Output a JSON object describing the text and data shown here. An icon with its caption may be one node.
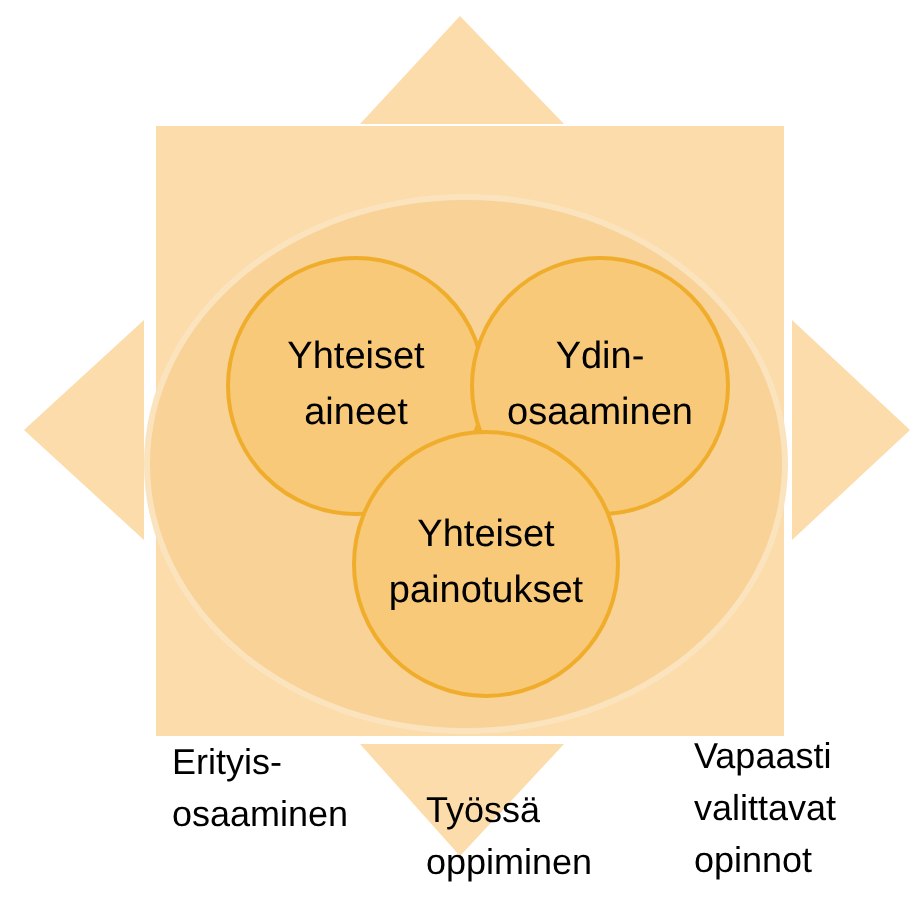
{
  "diagram": {
    "nodes": [
      {
        "text": [],
        "shape": "circle"
      },
      {
        "text": [
          "Yhteiset aineet"
        ],
        "in": 0
      },
      {
        "text": [
          "Ydin- osaaminen"
        ],
        "in": 0
      },
      {
        "text": [
          "Yhteiset painotukset"
        ],
        "in": 0
      }
    ],
    "labels": [
      "Erityis- osaaminen",
      "Työssä oppiminen",
      "Vapaasti valittavat opinnot"
    ]
  }
}
